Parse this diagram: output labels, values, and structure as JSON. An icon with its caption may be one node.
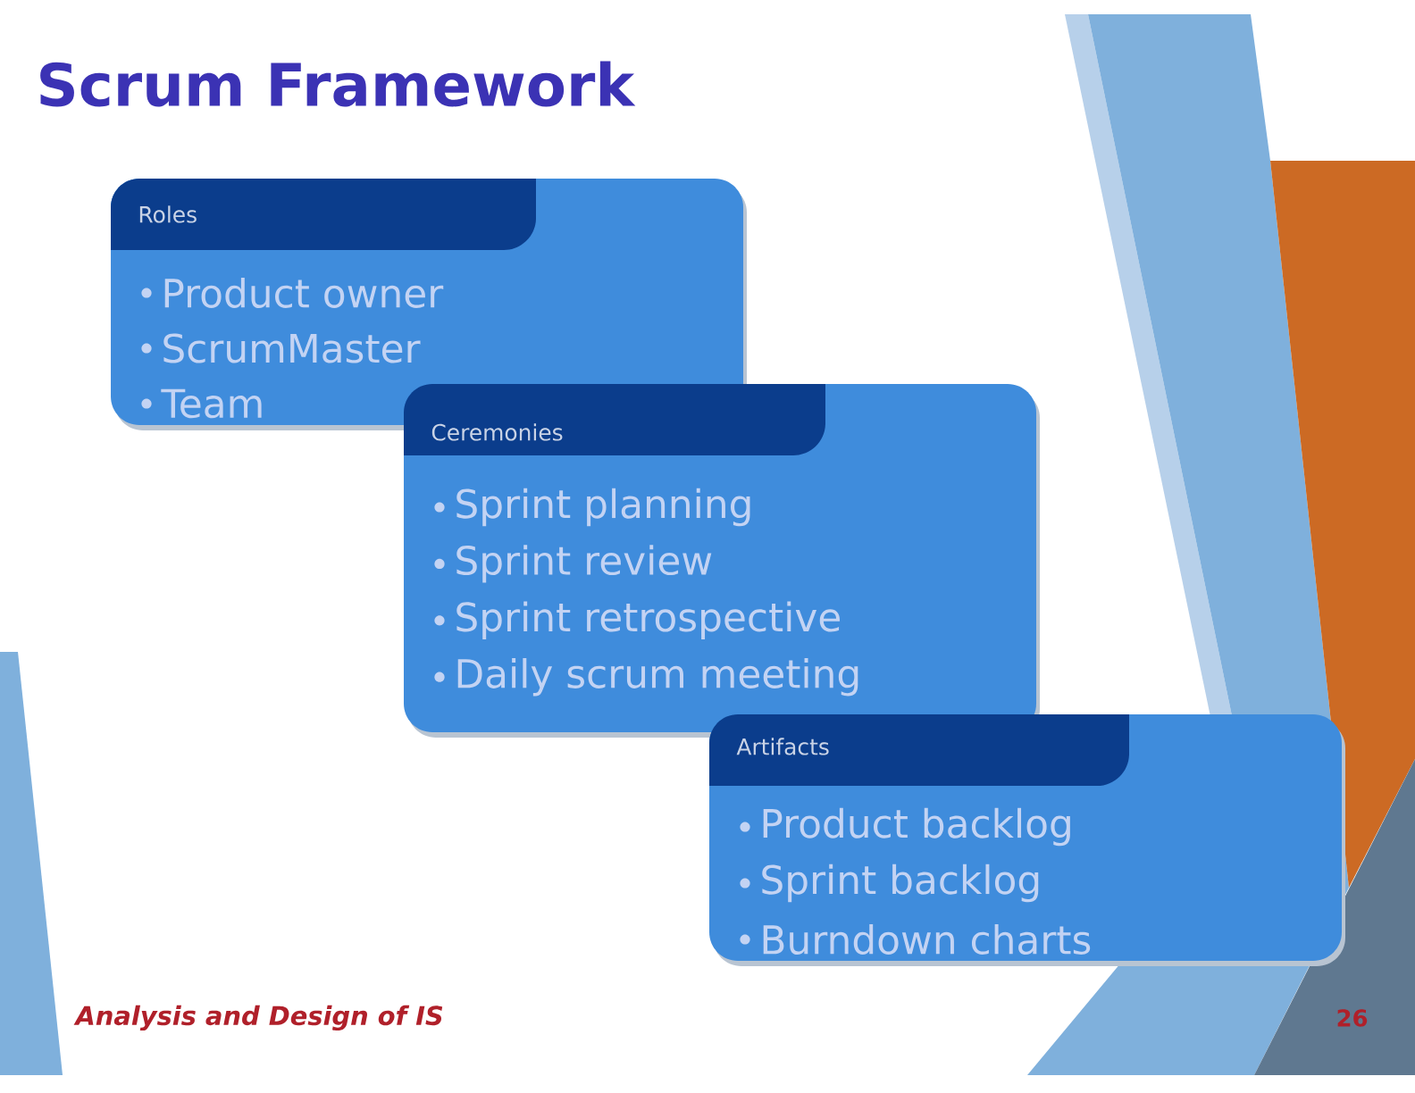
{
  "diagram": {
    "title": "Scrum Framework",
    "nodes": [
      {
        "text": [
          "Roles",
          "Product owner",
          "ScrumMaster",
          "Team"
        ]
      },
      {
        "text": [
          "Ceremonies",
          "Sprint planning",
          "Sprint review",
          "Sprint retrospective",
          "Daily scrum meeting"
        ]
      },
      {
        "text": [
          "Artifacts",
          "Product backlog",
          "Sprint backlog",
          "Burndown charts"
        ]
      }
    ],
    "labels": [
      "Analysis and Design of IS",
      "26"
    ]
  }
}
